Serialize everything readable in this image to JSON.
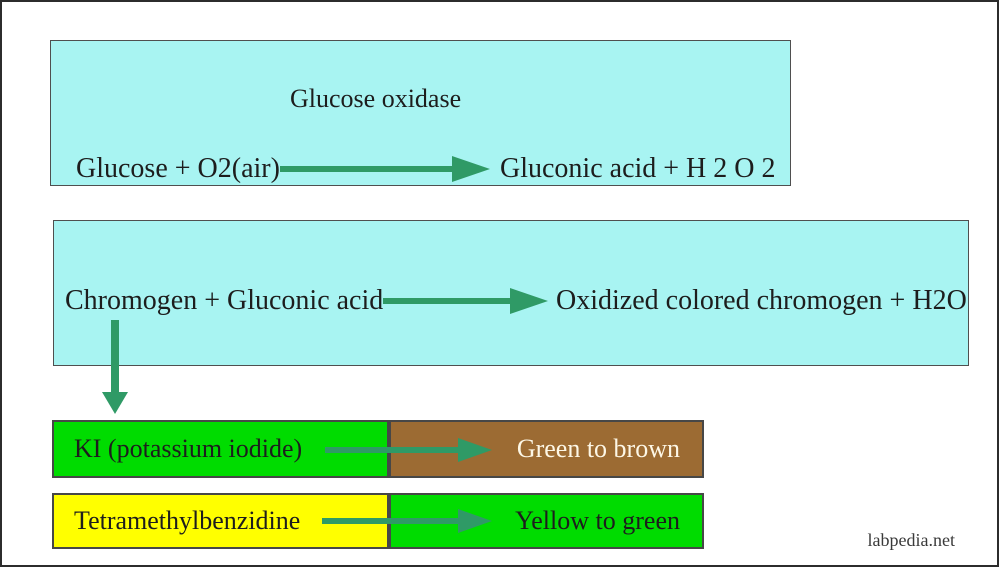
{
  "colors": {
    "cyan": "#a8f4f2",
    "bright_green": "#00dc00",
    "yellow": "#ffff00",
    "brown": "#9c6b33",
    "arrow_green": "#2f9a66",
    "dark_text": "#1d1d1d",
    "cream_text": "#fdf7e6"
  },
  "reaction1": {
    "enzyme": "Glucose oxidase",
    "reactants": "Glucose + O2(air)",
    "products": "Gluconic acid + H 2 O 2"
  },
  "reaction2": {
    "reactants": "Chromogen + Gluconic acid",
    "products": "Oxidized colored chromogen + H2O"
  },
  "chromogens": [
    {
      "reagent": "KI (potassium iodide)",
      "color_change": "Green to brown"
    },
    {
      "reagent": "Tetramethylbenzidine",
      "color_change": "Yellow to green"
    }
  ],
  "watermark": "labpedia.net"
}
